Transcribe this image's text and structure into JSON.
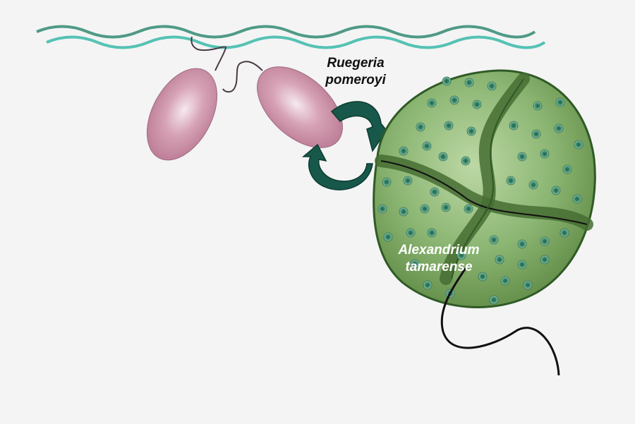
{
  "labels": {
    "bacterium_line1": "Ruegeria",
    "bacterium_line2": "pomeroyi",
    "alga_line1": "Alexandrium",
    "alga_line2": "tamarense"
  },
  "colors": {
    "background": "#f4f4f4",
    "wave_dark": "#4f9a86",
    "wave_light": "#55c2b4",
    "bacterium": "#c98ea4",
    "alga_light": "#a7c98d",
    "alga_mid": "#6f9a52",
    "alga_dark": "#2f5a25",
    "organelle": "#3d8a6e",
    "cycle_arrow": "#17584a",
    "flagellum": "#111111",
    "label_dark": "#111111",
    "label_light": "#ffffff"
  }
}
